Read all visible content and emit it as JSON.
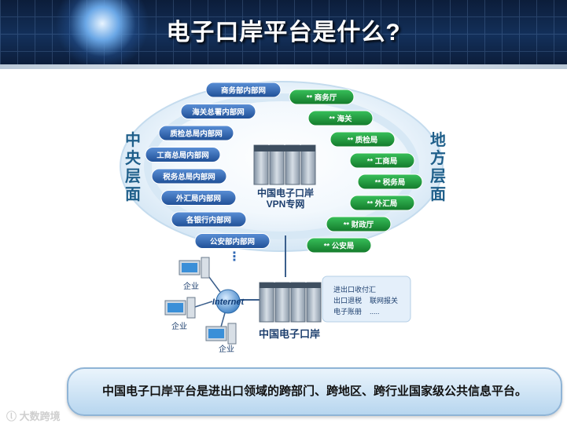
{
  "title": "电子口岸平台是什么?",
  "central_label": "中央层面",
  "local_label": "地方层面",
  "central_nodes": [
    "商务部内部网",
    "海关总署内部网",
    "质检总局内部网",
    "工商总局内部网",
    "税务总局内部网",
    "外汇局内部网",
    "各银行内部网",
    "公安部内部网"
  ],
  "local_nodes": [
    "** 商务厅",
    "** 海关",
    "** 质检局",
    "** 工商局",
    "** 税务局",
    "** 外汇局",
    "** 财政厅",
    "** 公安局"
  ],
  "ellipsis": "⋮",
  "vpn_line1": "中国电子口岸",
  "vpn_line2": "VPN专网",
  "hub_label": "中国电子口岸",
  "internet_label": "Internet",
  "enterprise_label": "企业",
  "services": [
    "进出口收付汇",
    "出口退税",
    "联网报关",
    "电子账册",
    "....."
  ],
  "summary": "中国电子口岸平台是进出口领域的跨部门、跨地区、跨行业国家级公共信息平台。",
  "watermark": "大数跨境",
  "colors": {
    "blue_node": "#2f68b4",
    "green_node": "#1d9a3c",
    "ring": "#bcd8ee"
  }
}
